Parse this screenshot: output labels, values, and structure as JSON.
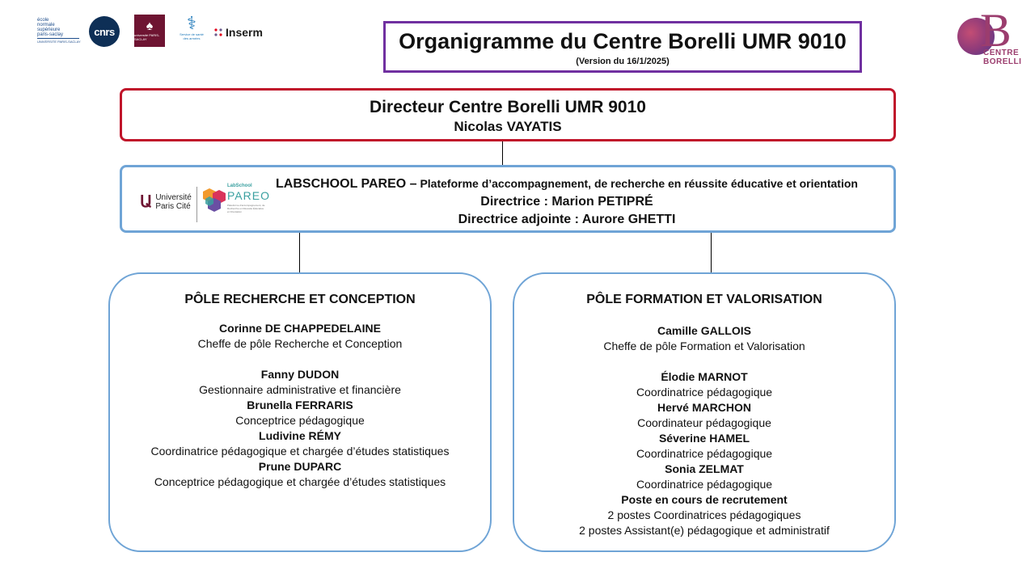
{
  "logos": {
    "ens_lines": [
      "école",
      "normale",
      "supérieure",
      "paris-saclay"
    ],
    "ens_tag": "UNIVERSITE PARIS-SACLAY",
    "cnrs": "cnrs",
    "ups_small": "université PARIS-SACLAY",
    "ssa_small": "Service de santé des armées",
    "inserm": "Inserm",
    "borelli_line1": "CENTRE",
    "borelli_line2": "BORELLI",
    "upc_text_line1": "Université",
    "upc_text_line2": "Paris Cité",
    "pareo_small": "LabSchool",
    "pareo": "PAREO",
    "pareo_fine": "Plateforme d'accompagnement, de Recherche en Réussite Éducative et Orientation"
  },
  "title": {
    "main": "Organigramme du Centre Borelli UMR 9010",
    "version": "(Version du 16/1/2025)"
  },
  "director": {
    "title": "Directeur Centre Borelli UMR 9010",
    "name": "Nicolas VAYATIS"
  },
  "labschool": {
    "name": "LABSCHOOL PAREO –",
    "description": " Plateforme d’accompagnement, de recherche en réussite éducative et orientation",
    "directrice": "Directrice : Marion PETIPRÉ",
    "adjointe": "Directrice adjointe : Aurore GHETTI"
  },
  "poles": [
    {
      "title": "PÔLE RECHERCHE ET CONCEPTION",
      "members": [
        {
          "name": "Corinne DE CHAPPEDELAINE",
          "role": "Cheffe de pôle Recherche et Conception"
        },
        {
          "name": "Fanny DUDON",
          "role": "Gestionnaire administrative et financière"
        },
        {
          "name": "Brunella FERRARIS",
          "role": "Conceptrice pédagogique"
        },
        {
          "name": "Ludivine RÉMY",
          "role": "Coordinatrice pédagogique et chargée d’études statistiques"
        },
        {
          "name": "Prune DUPARC",
          "role": "Conceptrice pédagogique et chargée d’études statistiques"
        }
      ]
    },
    {
      "title": "PÔLE FORMATION ET VALORISATION",
      "members": [
        {
          "name": "Camille GALLOIS",
          "role": "Cheffe de pôle Formation et Valorisation"
        },
        {
          "name": "Élodie MARNOT",
          "role": "Coordinatrice pédagogique"
        },
        {
          "name": "Hervé MARCHON",
          "role": "Coordinateur pédagogique"
        },
        {
          "name": "Séverine HAMEL",
          "role": "Coordinatrice pédagogique"
        },
        {
          "name": "Sonia ZELMAT",
          "role": "Coordinatrice pédagogique"
        },
        {
          "name": "Poste en cours de recrutement",
          "role": "2 postes Coordinatrices pédagogiques",
          "role2": "2 postes Assistant(e) pédagogique et administratif"
        }
      ]
    }
  ]
}
